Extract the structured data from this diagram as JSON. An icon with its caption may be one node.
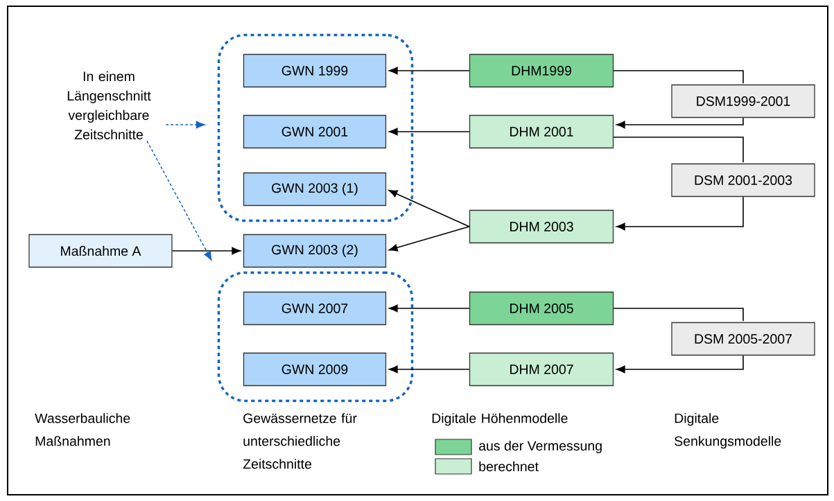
{
  "diagram": {
    "nodes": [
      {
        "text": [],
        "shape": "box"
      },
      {
        "text": [
          "GWN 1999"
        ],
        "in": 0
      },
      {
        "text": [
          "GWN 2001"
        ],
        "in": 0
      },
      {
        "text": [
          "GWN 2003 (1)"
        ],
        "in": 0
      },
      {
        "text": [],
        "shape": "box"
      },
      {
        "text": [
          "GWN 2007"
        ],
        "in": 4
      },
      {
        "text": [
          "GWN 2009"
        ],
        "in": 4
      },
      {
        "text": [
          "GWN 2003 (2)"
        ]
      },
      {
        "text": [
          "Maßnahme A"
        ]
      },
      {
        "text": [
          "DHM1999"
        ]
      },
      {
        "text": [
          "DHM 2001"
        ]
      },
      {
        "text": [
          "DHM 2003"
        ]
      },
      {
        "text": [
          "DHM 2005"
        ]
      },
      {
        "text": [
          "DHM 2007"
        ]
      },
      {
        "text": [
          "DSM1999-2001"
        ]
      },
      {
        "text": [
          "DSM 2001-2003"
        ]
      },
      {
        "text": [
          "DSM 2005-2007"
        ]
      },
      {
        "text": [
          "In einem Längenschnitt vergleichbare Zeitschnitte"
        ]
      }
    ],
    "edges": [
      {
        "from": 9,
        "to": 1,
        "arrow": "to"
      },
      {
        "from": 10,
        "to": 2,
        "arrow": "to"
      },
      {
        "from": 11,
        "to": 3,
        "arrow": "to"
      },
      {
        "from": 11,
        "to": 7,
        "arrow": "to"
      },
      {
        "from": 8,
        "to": 7,
        "arrow": "to"
      },
      {
        "from": 12,
        "to": 5,
        "arrow": "to"
      },
      {
        "from": 13,
        "to": 6,
        "arrow": "to"
      },
      {
        "from": 9,
        "to": 14,
        "arrow": "none"
      },
      {
        "from": 14,
        "to": 10,
        "arrow": "to"
      },
      {
        "from": 10,
        "to": 15,
        "arrow": "none"
      },
      {
        "from": 15,
        "to": 11,
        "arrow": "to"
      },
      {
        "from": 12,
        "to": 16,
        "arrow": "none"
      },
      {
        "from": 16,
        "to": 13,
        "arrow": "to"
      },
      {
        "from": 17,
        "to": 0,
        "arrow": "to",
        "style": "dashed",
        "color": "#1565c0"
      },
      {
        "from": 17,
        "to": 4,
        "arrow": "to",
        "style": "dashed",
        "color": "#1565c0"
      }
    ],
    "labels": [
      "Wasserbauliche Maßnahmen",
      "Gewässernetze für unterschiedliche Zeitschnitte",
      "Digitale Höhenmodelle",
      "Digitale Senkungsmodelle"
    ],
    "legend": [
      {
        "text": "aus der Vermessung",
        "color": "#7dd497"
      },
      {
        "text": "berechnet",
        "color": "#c8eed3"
      }
    ]
  }
}
